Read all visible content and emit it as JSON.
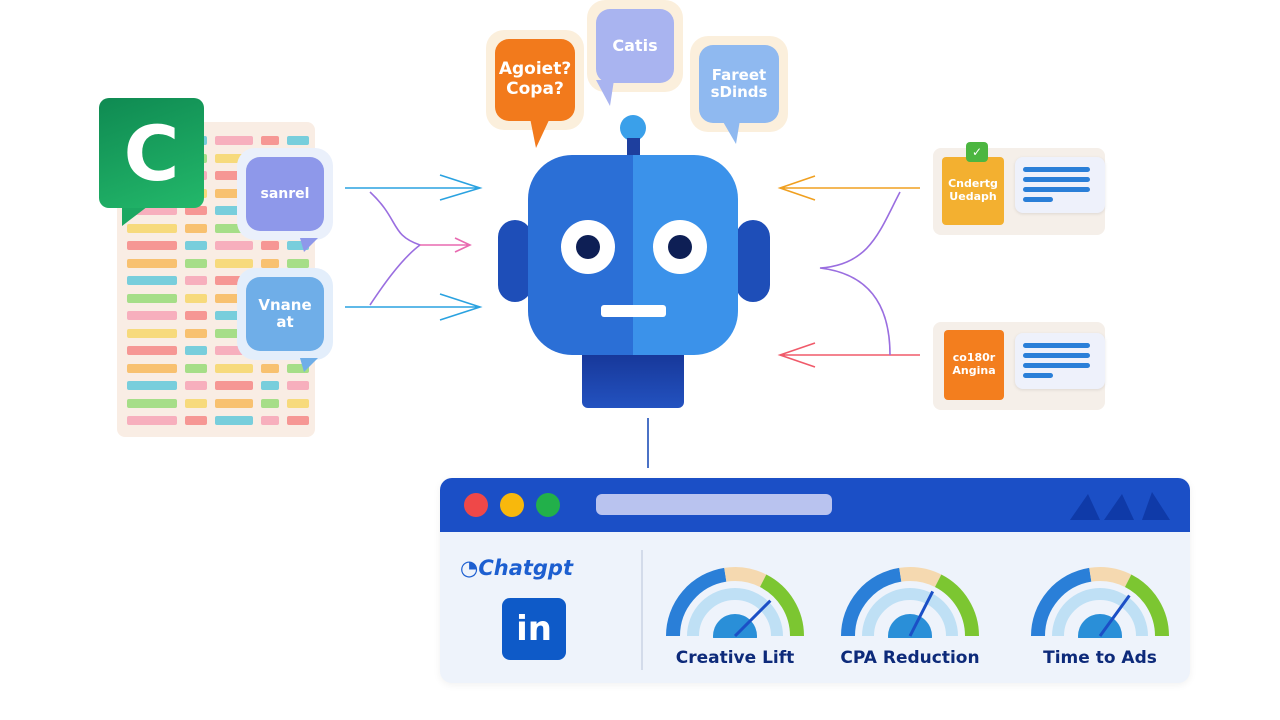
{
  "left_panel": {
    "app_icon_letter": "C",
    "bubble_1_text": "sanrel",
    "bubble_2_text": "Vnane",
    "bubble_2_sub": "at"
  },
  "top_bubbles": [
    {
      "line1": "Agoiet?",
      "line2": "Copa?",
      "color": "#f27a1c"
    },
    {
      "line1": "Catis",
      "line2": "",
      "color": "#a9b4f0"
    },
    {
      "line1": "Fareet",
      "line2": "sDinds",
      "color": "#8fb9f0"
    }
  ],
  "right_cards": [
    {
      "line1": "Cndertg",
      "line2": "Uedaph",
      "color": "#f3b030"
    },
    {
      "line1": "co180r",
      "line2": "Angina",
      "color": "#f37e1e"
    }
  ],
  "browser": {
    "brand_text": "Chatgpt",
    "linkedin_text": "in",
    "gauges": [
      {
        "label": "Creative Lift",
        "value": 0.75
      },
      {
        "label": "CPA Reduction",
        "value": 0.65
      },
      {
        "label": "Time to Ads",
        "value": 0.7
      }
    ]
  },
  "colors": {
    "primary": "#1b4fc6",
    "robot_left": "#2b6fd6",
    "robot_right": "#3b92ea",
    "green": "#7cc631"
  }
}
